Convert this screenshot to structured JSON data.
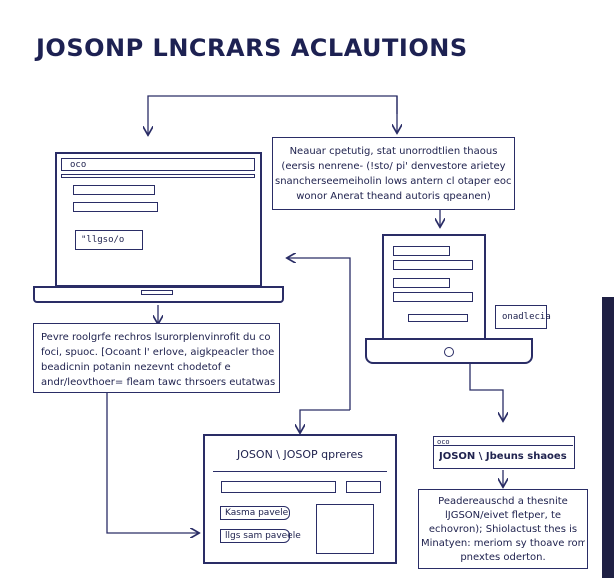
{
  "title": "JOSONP LNCRARS ACLAUTIONS",
  "note_top": {
    "lines": [
      "Neauar cpetutig, stat unorrodtlien thaous",
      "(eersis nenrene- (!sto/ pi' denvestore arietey",
      "snancherseemeiholin lows antern cl otaper eoce,",
      "wonor Anerat theand autoris qpeanen)"
    ]
  },
  "laptop_left": {
    "screen_tag": "oco",
    "badge_label": "\"llgso/o"
  },
  "note_left": {
    "lines": [
      "Pevre roolgrfe rechros lsurorplenvinrofit du co",
      "foci, spuoc. [Ocoant l' erlove, aigkpeacler thoe",
      "beadicnin potanin nezevnt chodetof e",
      "andr/leovthoer= fleam tawc thrsoers eutatwas"
    ]
  },
  "monitor_right": {
    "badge_label": "onadlecia"
  },
  "app_window": {
    "title": "JOSON \\ JOSOP qpreres",
    "field1_label": "Kasma pavele",
    "field2_label": "llgs sam paveele"
  },
  "small_window": {
    "tag": "oco",
    "title": "JOSON \\ Jbeuns shaoes"
  },
  "note_bottom_right": {
    "lines": [
      "Peadereauschd a thesnite",
      "lJGSON/eivet fletper, te",
      "echovron); Shiolactust  thes is",
      "Minatyen: meriom sy thoave rom",
      "pnextes oderton."
    ]
  },
  "colors": {
    "ink": "#1e2150",
    "dark_tab": "#1f2044",
    "background": "#ffffff"
  }
}
